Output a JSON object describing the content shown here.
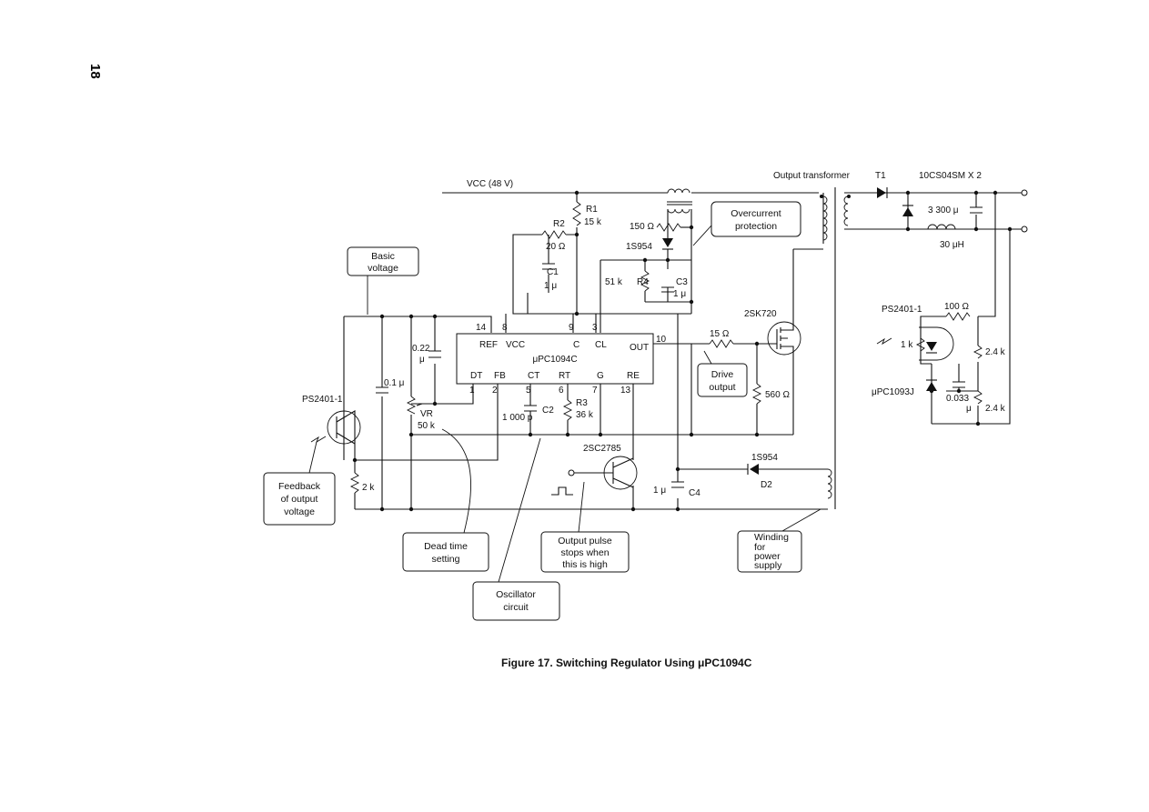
{
  "page": {
    "number": "18"
  },
  "caption": "Figure 17.  Switching Regulator Using μPC1094C",
  "ic": {
    "name": "μPC1094C",
    "top_pins": {
      "ref": "REF",
      "vcc": "VCC",
      "c": "C",
      "cl": "CL",
      "out": "OUT"
    },
    "bottom_pins": {
      "dt": "DT",
      "fb": "FB",
      "ct": "CT",
      "rt": "RT",
      "g": "G",
      "re": "RE"
    },
    "pin_numbers": {
      "p14": "14",
      "p8": "8",
      "p9": "9",
      "p3": "3",
      "p10": "10",
      "p1": "1",
      "p2": "2",
      "p5": "5",
      "p6": "6",
      "p7": "7",
      "p13": "13"
    }
  },
  "labels": {
    "vcc": "VCC (48 V)",
    "output_transformer": "Output transformer",
    "t1": "T1",
    "diodes": "10CS04SM X 2",
    "r1": "R1",
    "r1_val": "15 k",
    "r2": "R2",
    "r2_val": "20 Ω",
    "r150": "150 Ω",
    "d_1s954_top": "1S954",
    "c1": "C1",
    "c1_val": "1 μ",
    "r4_val": "51 k",
    "r4": "R4",
    "c3": "C3",
    "c3_val": "1 μ",
    "cap_3300": "3 300 μ",
    "l_30": "30 μH",
    "q_2sk720": "2SK720",
    "r15": "15 Ω",
    "r560": "560 Ω",
    "c022_a": "0.22",
    "c022_b": "μ",
    "c01": "0.1 μ",
    "vr": "VR",
    "vr_val": "50 k",
    "c2_val": "1 000 p",
    "c2": "C2",
    "r3": "R3",
    "r3_val": "36 k",
    "q_2sc2785": "2SC2785",
    "d2_type": "1S954",
    "d2": "D2",
    "c4_val": "1 μ",
    "c4": "C4",
    "ps_left": "PS2401-1",
    "r2k": "2 k",
    "ps_right": "PS2401-1",
    "r100": "100 Ω",
    "r1k": "1 k",
    "r24a": "2.4 k",
    "ic_right": "μPC1093J",
    "c0033_a": "0.033",
    "c0033_b": "μ",
    "r24b": "2.4 k"
  },
  "callouts": {
    "basic_voltage": [
      "Basic",
      "voltage"
    ],
    "overcurrent": [
      "Overcurrent",
      "protection"
    ],
    "drive_output": [
      "Drive",
      "output"
    ],
    "feedback": [
      "Feedback",
      "of output",
      "voltage"
    ],
    "dead_time": [
      "Dead time",
      "setting"
    ],
    "output_pulse": [
      "Output pulse",
      "stops when",
      "this is high"
    ],
    "winding": [
      "Winding",
      "for",
      "power",
      "supply"
    ],
    "oscillator": [
      "Oscillator",
      "circuit"
    ]
  }
}
